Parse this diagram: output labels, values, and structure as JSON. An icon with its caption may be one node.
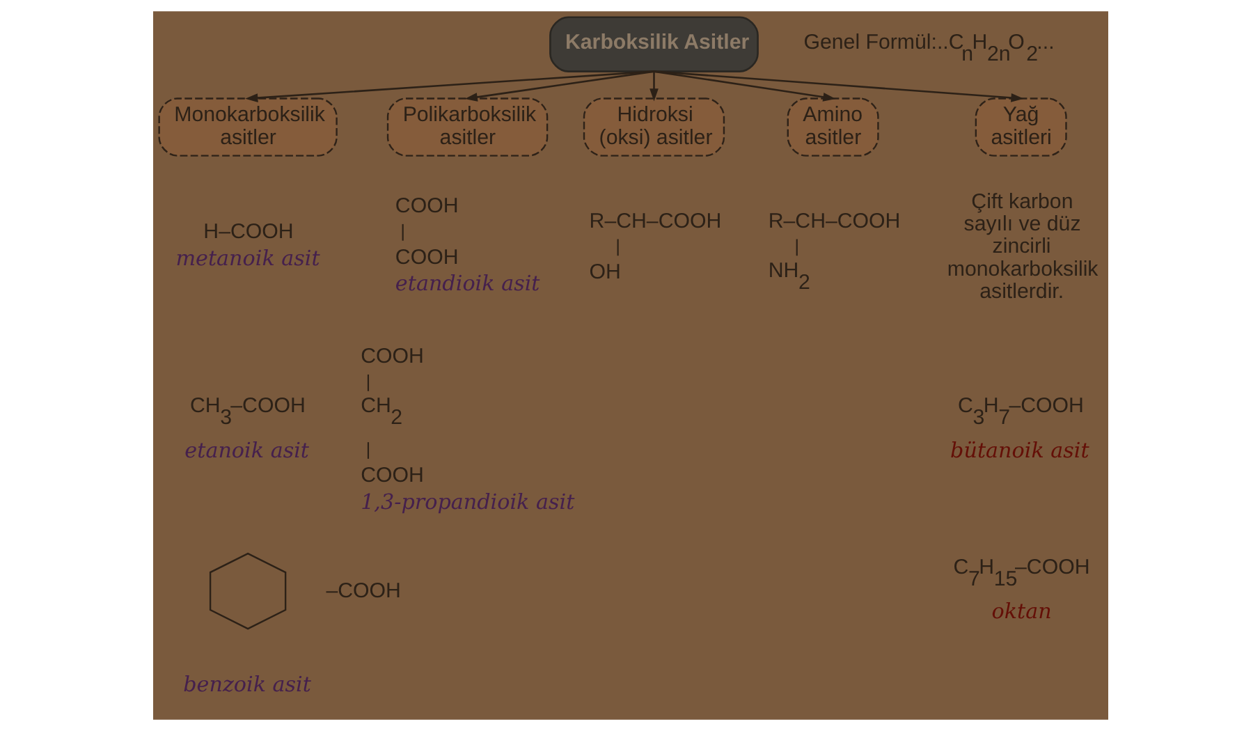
{
  "diagram": {
    "nodes": [
      {
        "text": [
          "Karboksilik Asitler"
        ],
        "beside": [
          "Genel Formül:..C$_{n}$H$_{2n}$O$_{2}$..."
        ]
      },
      {
        "text": [
          "Monokarboksilik asitler"
        ]
      },
      {
        "text": [
          "Polikarboksilik asitler"
        ]
      },
      {
        "text": [
          "Hidroksi (oksi) asitler"
        ]
      },
      {
        "text": [
          "Amino asitler"
        ]
      },
      {
        "text": [
          "Yağ asitleri"
        ]
      },
      {
        "text": [],
        "shape": "hexagon"
      }
    ],
    "edges": [
      {
        "from": 0,
        "to": 1,
        "arrow": "to"
      },
      {
        "from": 0,
        "to": 2,
        "arrow": "to"
      },
      {
        "from": 0,
        "to": 3,
        "arrow": "to"
      },
      {
        "from": 0,
        "to": 4,
        "arrow": "to"
      },
      {
        "from": 0,
        "to": 5,
        "arrow": "to"
      }
    ],
    "labels": [
      "H–COOH",
      "metanoik asit",
      "CH$_{3}$–COOH",
      "etanoik asit",
      "–COOH",
      "benzoik asit",
      "COOH",
      "COOH",
      "etandioik asit",
      "COOH",
      "CH$_{2}$",
      "COOH",
      "1,3-propandioik asit",
      "R–CH–COOH",
      "OH",
      "R–CH–COOH",
      "NH$_{2}$",
      "Çift karbon sayılı ve düz zincirli monokarboksilik asitlerdir.",
      "C$_{3}$H$_{7}$–COOH",
      "bütanoik asit",
      "C$_{7}$H$_{15}$–COOH",
      "oktan"
    ]
  }
}
